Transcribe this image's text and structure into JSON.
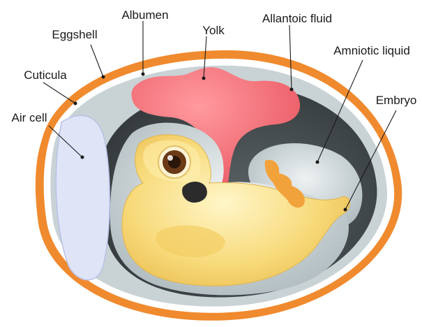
{
  "diagram": {
    "labels": {
      "albumen": "Albumen",
      "yolk": "Yolk",
      "allantoic_fluid": "Allantoic fluid",
      "eggshell": "Eggshell",
      "amniotic_liquid": "Amniotic liquid",
      "cuticula": "Cuticula",
      "embryo": "Embryo",
      "air_cell": "Air cell"
    },
    "colors": {
      "shell": "#f08a2e",
      "cuticle_ring": "#ffffff",
      "albumen": "#c9d3d6",
      "allantoic_fluid": "#4a5154",
      "air_cell": "#dfe4f7",
      "yolk": "#f2707a",
      "amnion": "#c4cfd3",
      "embryo": "#f7d978",
      "eye": "#5a2f12",
      "beak": "#2b2b2b"
    }
  }
}
